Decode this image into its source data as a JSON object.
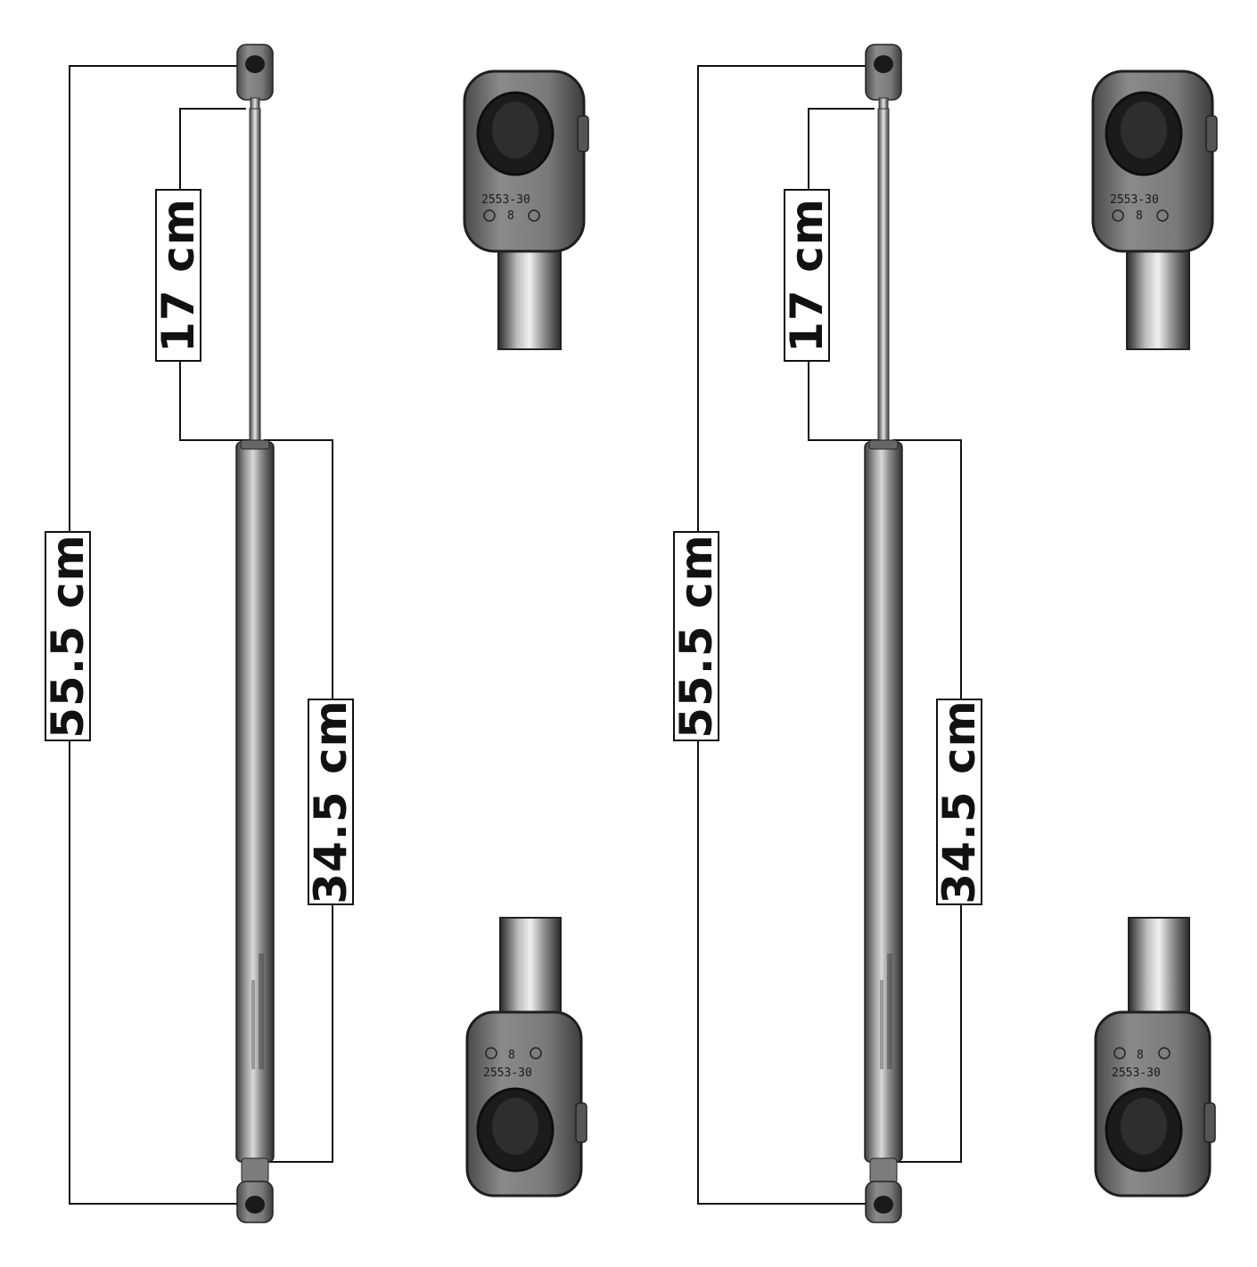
{
  "panels": [
    {
      "id": "left",
      "dimensions": {
        "total_length": "55.5 cm",
        "stroke_length": "17 cm",
        "body_length": "34.5 cm"
      }
    },
    {
      "id": "right",
      "dimensions": {
        "total_length": "55.5 cm",
        "stroke_length": "17 cm",
        "body_length": "34.5 cm"
      }
    }
  ],
  "end_fitting_marking_top": "2553-30",
  "end_fitting_marking_bottom": "2553-30",
  "end_fitting_size_mark": "8",
  "colors": {
    "line": "#111111",
    "fitting": "#6f6f6f",
    "fitting_dark": "#2a2a2a",
    "cylinder": "#8a8a8a",
    "rod": "#9a9a9a",
    "background": "#ffffff"
  }
}
